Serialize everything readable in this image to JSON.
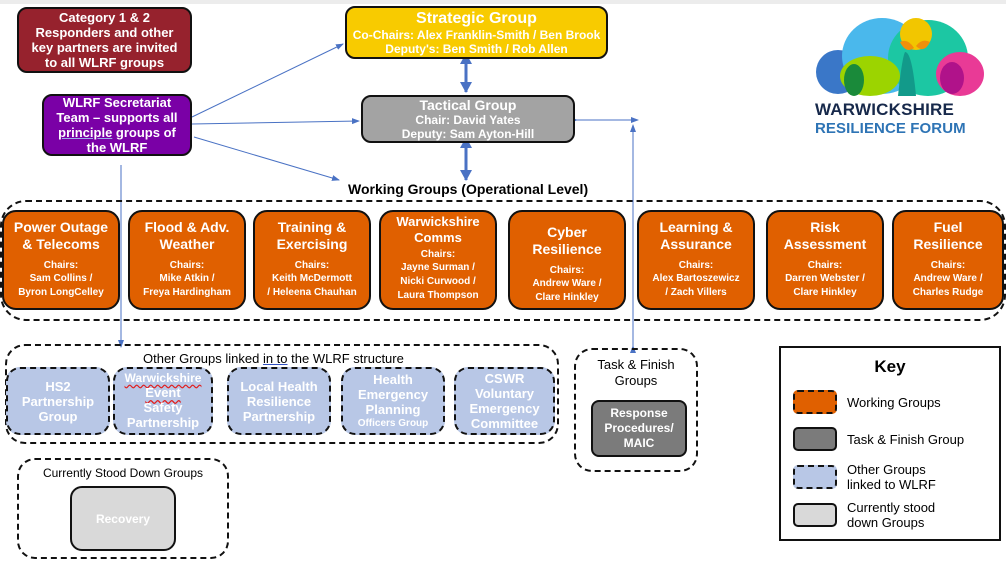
{
  "colors": {
    "category_box": "#96222d",
    "secretariat_box": "#7a00a6",
    "strategic_box": "#f8cb00",
    "tactical_box": "#a3a3a3",
    "working_group": "#e06000",
    "other_group": "#b8c7e6",
    "task_finish": "#7b7b7b",
    "stood_down": "#d9d9d9",
    "connector": "#4a72c4"
  },
  "category_box": {
    "lines": [
      "Category 1 & 2",
      "Responders and other",
      "key partners are invited",
      "to all WLRF groups"
    ]
  },
  "secretariat_box": {
    "line1": "WLRF Secretariat",
    "line2": "Team – supports all",
    "line3_underlined": "principle",
    "line3_rest": " groups of",
    "line4": "the WLRF"
  },
  "strategic_group": {
    "title": "Strategic Group",
    "chairs": "Co-Chairs: Alex Franklin-Smith / Ben Brook",
    "deputies": "Deputy's: Ben Smith / Rob Allen"
  },
  "tactical_group": {
    "title": "Tactical Group",
    "chair": "Chair: David Yates",
    "deputy": "Deputy: Sam Ayton-Hill"
  },
  "working_groups": {
    "title": "Working Groups (Operational Level)",
    "chairs_label": "Chairs:",
    "items": [
      {
        "name": [
          "Power Outage",
          "& Telecoms"
        ],
        "chairs": [
          "Sam Collins /",
          "Byron LongCelley"
        ]
      },
      {
        "name": [
          "Flood & Adv.",
          "Weather"
        ],
        "chairs": [
          "Mike Atkin /",
          "Freya Hardingham"
        ]
      },
      {
        "name": [
          "Training &",
          "Exercising"
        ],
        "chairs": [
          "Keith McDermott",
          "/ Heleena Chauhan"
        ]
      },
      {
        "name": [
          "Warwickshire",
          "Comms"
        ],
        "chairs": [
          "Jayne Surman /",
          "Nicki Curwood /",
          "Laura Thompson"
        ]
      },
      {
        "name": [
          "Cyber",
          "Resilience"
        ],
        "chairs": [
          "Andrew Ware /",
          "Clare Hinkley"
        ]
      },
      {
        "name": [
          "Learning &",
          "Assurance"
        ],
        "chairs": [
          "Alex Bartoszewicz",
          "/ Zach Villers"
        ]
      },
      {
        "name": [
          "Risk",
          "Assessment"
        ],
        "chairs": [
          "Darren Webster /",
          "Clare Hinkley"
        ]
      },
      {
        "name": [
          "Fuel",
          "Resilience"
        ],
        "chairs": [
          "Andrew Ware /",
          "Charles Rudge"
        ]
      }
    ]
  },
  "other_groups": {
    "title_before": "Other Groups linked ",
    "title_underlined": "in to",
    "title_after": " the WLRF structure",
    "items": [
      {
        "lines": [
          "HS2",
          "Partnership",
          "Group"
        ]
      },
      {
        "lines": [
          "Warwickshire",
          "Event",
          "Safety",
          "Partnership"
        ]
      },
      {
        "lines": [
          "Local Health",
          "Resilience",
          "Partnership"
        ]
      },
      {
        "lines": [
          "Health",
          "Emergency",
          "Planning",
          "Officers Group"
        ]
      },
      {
        "lines": [
          "CSWR",
          "Voluntary",
          "Emergency",
          "Committee"
        ]
      }
    ]
  },
  "task_finish": {
    "title": [
      "Task & Finish",
      "Groups"
    ],
    "box": [
      "Response",
      "Procedures/",
      "MAIC"
    ]
  },
  "stood_down": {
    "title": "Currently Stood Down Groups",
    "box": "Recovery"
  },
  "key": {
    "title": "Key",
    "items": [
      {
        "label": [
          "Working Groups"
        ],
        "swatch": "working"
      },
      {
        "label": [
          "Task & Finish Group"
        ],
        "swatch": "task"
      },
      {
        "label": [
          "Other Groups",
          "linked to WLRF"
        ],
        "swatch": "other"
      },
      {
        "label": [
          "Currently stood",
          "down Groups"
        ],
        "swatch": "stood"
      }
    ]
  },
  "logo": {
    "line1": "WARWICKSHIRE",
    "line2": "RESILIENCE FORUM",
    "icon": "cloud-logo-icon"
  }
}
